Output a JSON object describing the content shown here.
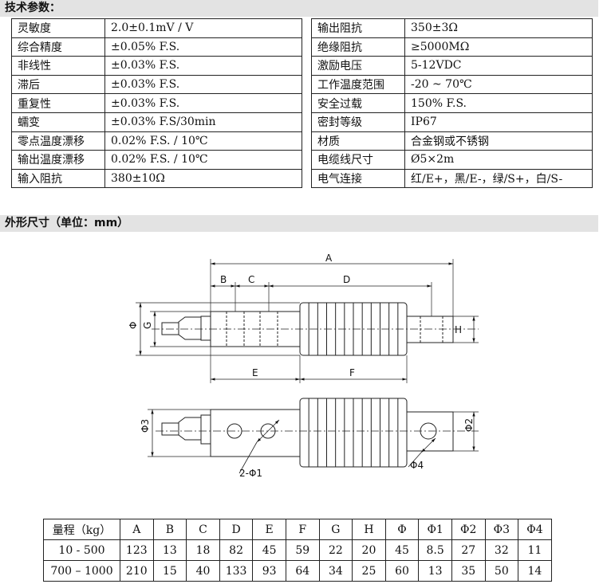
{
  "section1_title": "技术参数：",
  "section2_title": "外形尺寸（单位：mm）",
  "spec_rows": [
    [
      "灵敏度",
      "2.0±0.1mV / V",
      "输出阻抗",
      "350±3Ω"
    ],
    [
      "综合精度",
      "±0.05% F.S.",
      "绝缘阻抗",
      "≥5000MΩ"
    ],
    [
      "非线性",
      "±0.03% F.S.",
      "激励电压",
      "5-12VDC"
    ],
    [
      "滞后",
      "±0.03% F.S.",
      "工作温度范围",
      "-20 ~ 70℃"
    ],
    [
      "重复性",
      "±0.03% F.S.",
      "安全过载",
      "150% F.S."
    ],
    [
      "蠕变",
      "±0.03% F.S/30min",
      "密封等级",
      "IP67"
    ],
    [
      "零点温度漂移",
      "0.02% F.S. / 10℃",
      "材质",
      "合金钢或不锈钢"
    ],
    [
      "输出温度漂移",
      "0.02% F.S. / 10℃",
      "电缆线尺寸",
      "Ø5×2m"
    ],
    [
      "输入阻抗",
      "380±10Ω",
      "电气连接",
      "红/E+，黑/E-，绿/S+，白/S-"
    ]
  ],
  "drawing_labels": {
    "A": "A",
    "B": "B",
    "C": "C",
    "D": "D",
    "E": "E",
    "F": "F",
    "G": "G",
    "H": "H",
    "phi": "Φ",
    "phi3": "Φ3",
    "phi2": "Φ2",
    "phi1": "2-Φ1",
    "phi4": "Φ4"
  },
  "dims_header": [
    "量程（kg）",
    "A",
    "B",
    "C",
    "D",
    "E",
    "F",
    "G",
    "H",
    "Φ",
    "Φ1",
    "Φ2",
    "Φ3",
    "Φ4"
  ],
  "dims_rows": [
    [
      "10 - 500",
      "123",
      "13",
      "18",
      "82",
      "45",
      "59",
      "22",
      "20",
      "45",
      "8.5",
      "27",
      "32",
      "11"
    ],
    [
      "700 – 1000",
      "210",
      "15",
      "40",
      "133",
      "93",
      "64",
      "34",
      "25",
      "60",
      "13",
      "35",
      "50",
      "14"
    ]
  ]
}
